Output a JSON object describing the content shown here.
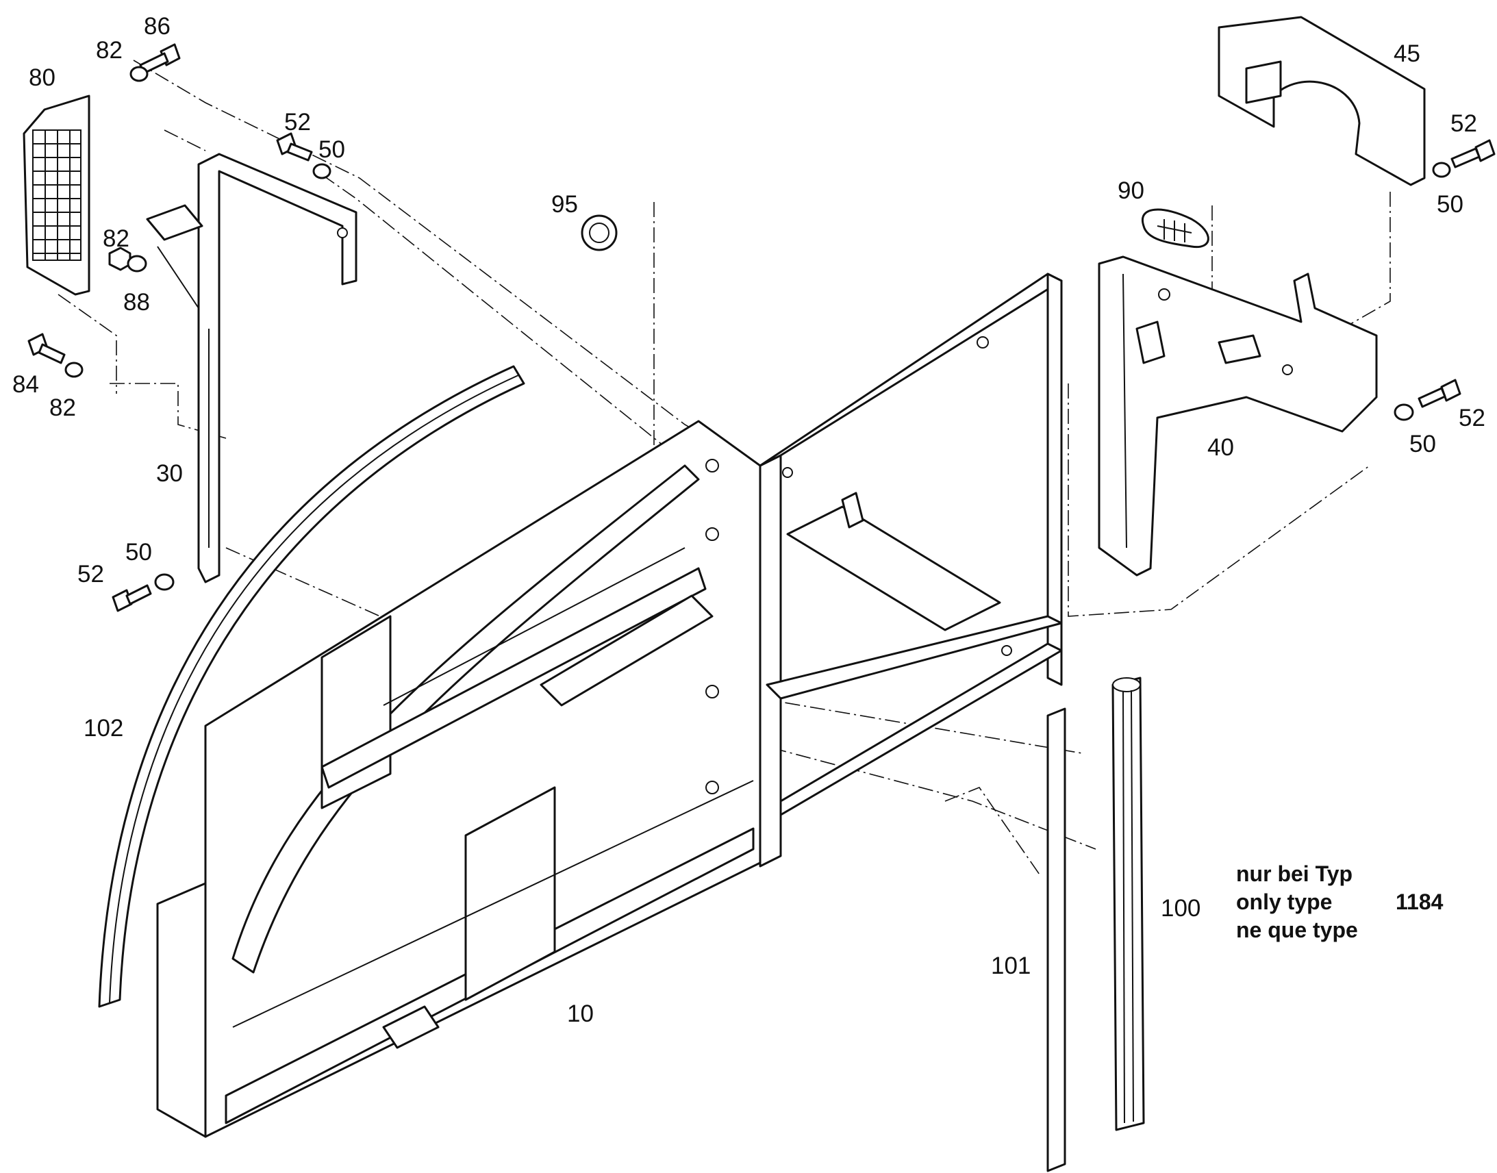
{
  "callouts": [
    {
      "id": "c86",
      "text": "86"
    },
    {
      "id": "c82a",
      "text": "82"
    },
    {
      "id": "c80",
      "text": "80"
    },
    {
      "id": "c52a",
      "text": "52"
    },
    {
      "id": "c50a",
      "text": "50"
    },
    {
      "id": "c82b",
      "text": "82"
    },
    {
      "id": "c88",
      "text": "88"
    },
    {
      "id": "c84",
      "text": "84"
    },
    {
      "id": "c82c",
      "text": "82"
    },
    {
      "id": "c30",
      "text": "30"
    },
    {
      "id": "c50b",
      "text": "50"
    },
    {
      "id": "c52b",
      "text": "52"
    },
    {
      "id": "c95",
      "text": "95"
    },
    {
      "id": "c45",
      "text": "45"
    },
    {
      "id": "c52c",
      "text": "52"
    },
    {
      "id": "c50c",
      "text": "50"
    },
    {
      "id": "c90",
      "text": "90"
    },
    {
      "id": "c52d",
      "text": "52"
    },
    {
      "id": "c50d",
      "text": "50"
    },
    {
      "id": "c40",
      "text": "40"
    },
    {
      "id": "c102",
      "text": "102"
    },
    {
      "id": "c10",
      "text": "10"
    },
    {
      "id": "c100",
      "text": "100"
    },
    {
      "id": "c101",
      "text": "101"
    }
  ],
  "note": {
    "line1": "nur bei Typ",
    "line2": "only type",
    "line3": "ne que type",
    "type_number": "1184"
  }
}
